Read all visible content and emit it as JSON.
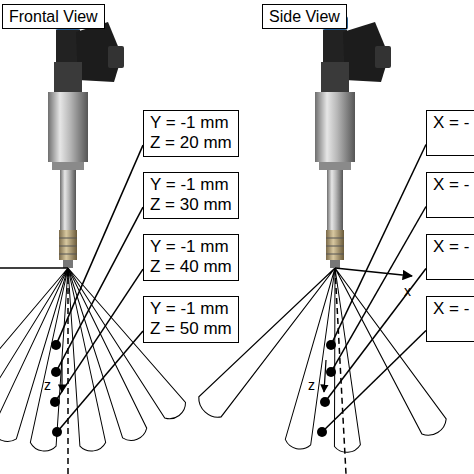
{
  "diagram": {
    "nodes": [
      {
        "text": [
          "Frontal View"
        ]
      },
      {
        "text": [
          "Side View"
        ]
      },
      {
        "text": [
          "Y = -1 mm",
          "Z = 20 mm"
        ]
      },
      {
        "text": [
          "Y = -1 mm",
          "Z = 30 mm"
        ]
      },
      {
        "text": [
          "Y = -1 mm",
          "Z = 40 mm"
        ]
      },
      {
        "text": [
          "Y = -1 mm",
          "Z = 50 mm"
        ]
      },
      {
        "text": [
          "X = -"
        ]
      },
      {
        "text": [
          "X = -"
        ]
      },
      {
        "text": [
          "X = -"
        ]
      },
      {
        "text": [
          "X = -"
        ]
      }
    ],
    "labels": [
      "z",
      "x",
      "z"
    ]
  }
}
